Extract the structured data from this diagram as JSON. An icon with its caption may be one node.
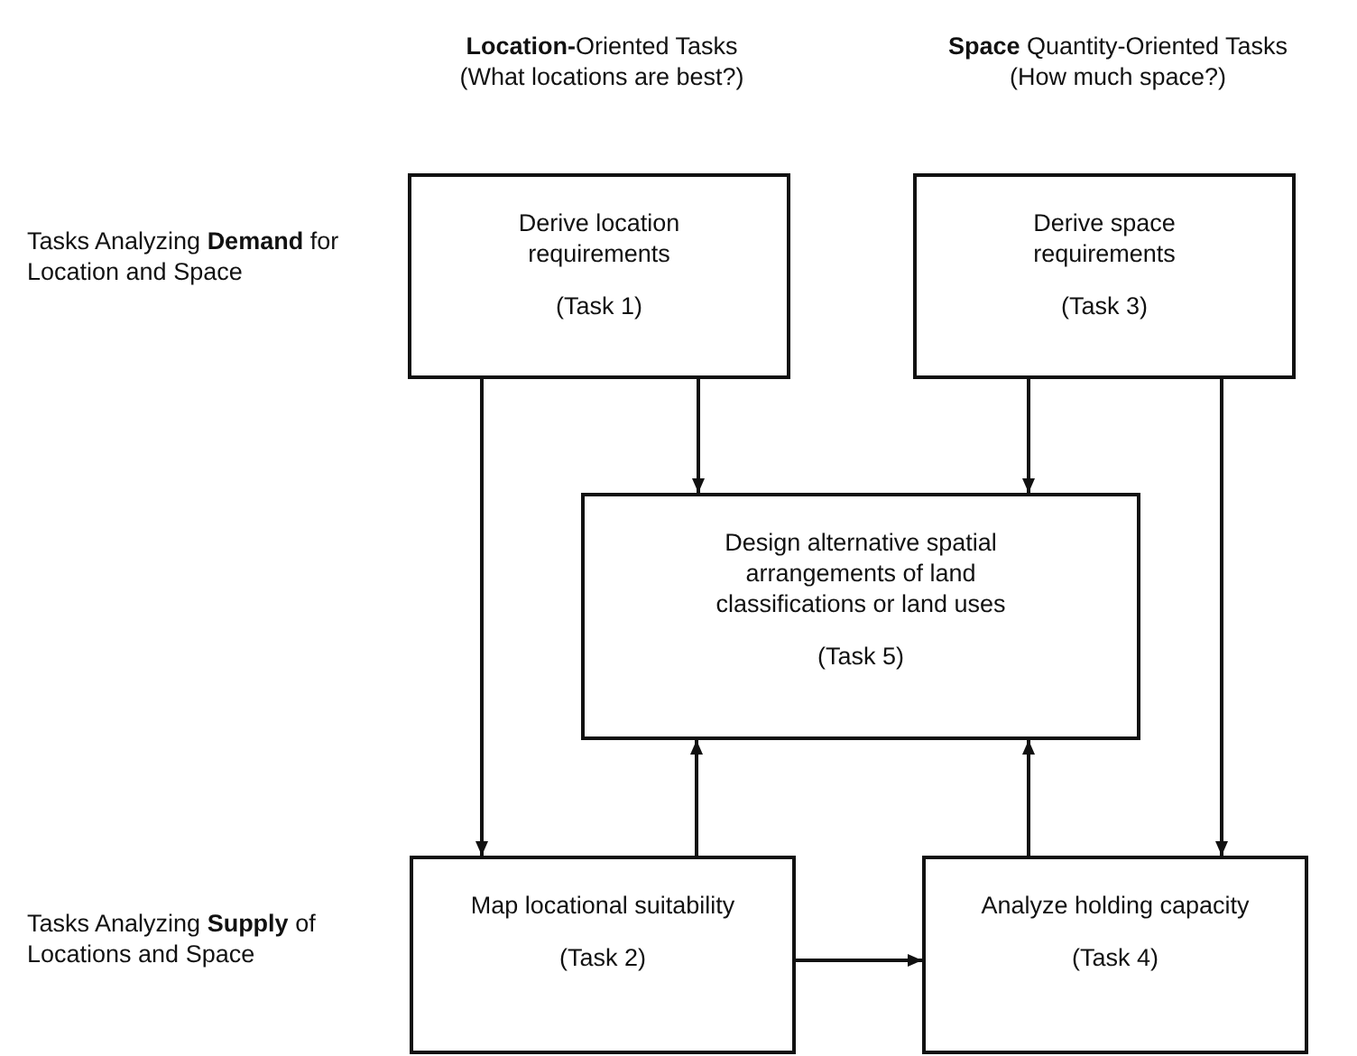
{
  "diagram": {
    "nodes": [
      {
        "text": [
          "Derive location requirements",
          "(Task 1)"
        ]
      },
      {
        "text": [
          "Derive space requirements",
          "(Task 3)"
        ]
      },
      {
        "text": [
          "Design alternative spatial arrangements of land classifications or land uses",
          "(Task 5)"
        ]
      },
      {
        "text": [
          "Map locational suitability",
          "(Task 2)"
        ]
      },
      {
        "text": [
          "Analyze holding capacity",
          "(Task 4)"
        ]
      }
    ],
    "edges": [
      {
        "from": 0,
        "to": 2,
        "arrow": "to"
      },
      {
        "from": 0,
        "to": 3,
        "arrow": "to"
      },
      {
        "from": 1,
        "to": 2,
        "arrow": "to"
      },
      {
        "from": 1,
        "to": 4,
        "arrow": "to"
      },
      {
        "from": 3,
        "to": 2,
        "arrow": "to"
      },
      {
        "from": 4,
        "to": 2,
        "arrow": "to"
      },
      {
        "from": 3,
        "to": 4,
        "arrow": "to"
      }
    ],
    "labels": [
      "**Location-**Oriented Tasks (What locations are best?)",
      "**Space** Quantity-Oriented Tasks (How much space?)",
      "Tasks Analyzing **Demand** for Location and Space",
      "Tasks Analyzing **Supply** of Locations and Space"
    ]
  }
}
